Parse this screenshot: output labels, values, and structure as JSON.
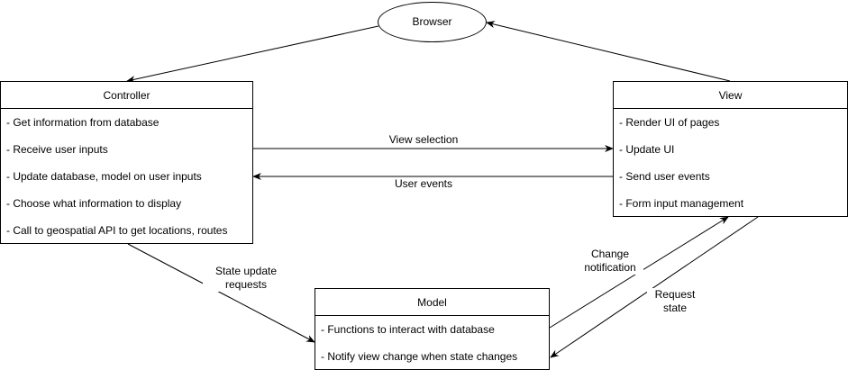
{
  "browser": {
    "label": "Browser"
  },
  "controller": {
    "title": "Controller",
    "items": [
      "- Get information from database",
      "- Receive user inputs",
      "- Update database, model on user inputs",
      "- Choose what information to display",
      "- Call to geospatial API to get locations, routes"
    ]
  },
  "view": {
    "title": "View",
    "items": [
      "- Render UI of pages",
      "- Update UI",
      "- Send user events",
      "- Form input management"
    ]
  },
  "model": {
    "title": "Model",
    "items": [
      "- Functions to interact with database",
      "- Notify view change when state changes"
    ]
  },
  "edges": {
    "view_selection": "View selection",
    "user_events": "User events",
    "state_update_line1": "State update",
    "state_update_line2": "requests",
    "change_notification_line1": "Change",
    "change_notification_line2": "notification",
    "request_state_line1": "Request",
    "request_state_line2": "state"
  }
}
